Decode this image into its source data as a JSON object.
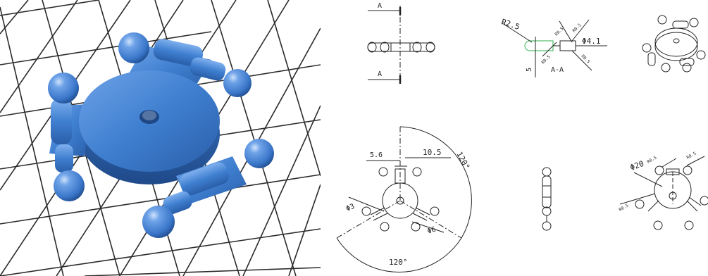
{
  "section_view": {
    "cut_label_top": "A",
    "cut_label_bottom": "A",
    "section_title": "A-A"
  },
  "dimensions": {
    "fillet_radius": "R2.5",
    "bore_diameter": "Φ4.1",
    "height": "5",
    "small_radius_1": "R0.5",
    "small_radius_2": "R0.5",
    "small_radius_3": "R0.5",
    "small_radius_4": "R0.5",
    "arm_offset_left": "5.6",
    "arm_offset_right": "10.5",
    "angle_right": "120°",
    "angle_bottom": "120°",
    "pin_diameter_left": "Φ3",
    "pin_diameter_right": "Φ6",
    "outer_diameter": "Φ20",
    "corner_radius_1": "R0.5",
    "corner_radius_2": "R0.5",
    "corner_radius_3": "R0.5"
  },
  "colors": {
    "part_blue": "#3f7fd0",
    "part_highlight": "#8fb9ef",
    "part_shadow": "#244f8f",
    "grid_line": "#2b2b2b",
    "ink": "#222222",
    "accent_green": "#2bb24c"
  }
}
